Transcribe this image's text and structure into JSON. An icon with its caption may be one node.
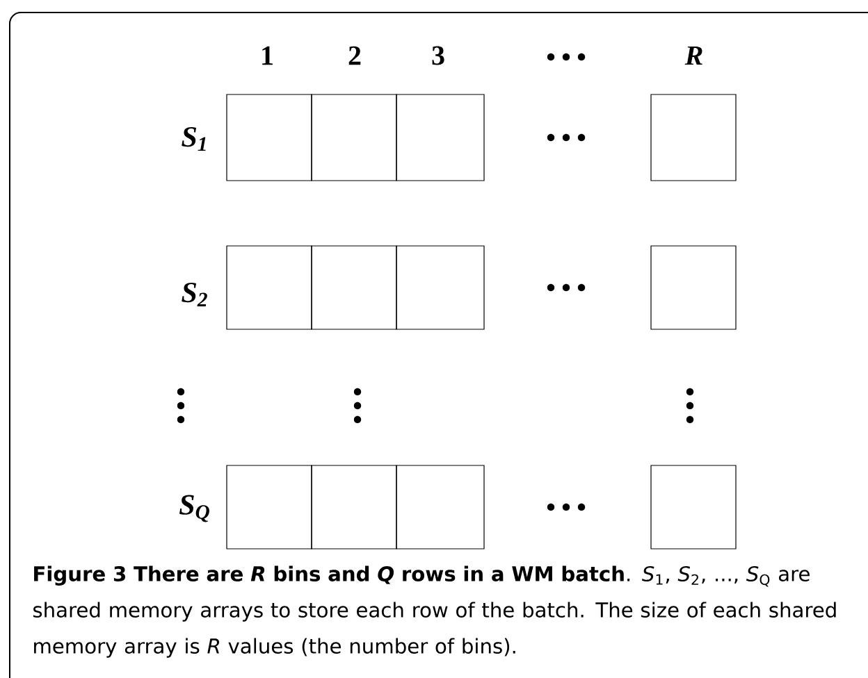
{
  "diagram": {
    "caption": "**Figure 3 There are *R* bins and *Q* rows in a WM batch**. *S*$_{1}$, *S*$_{2}$, ..., *S*$_{Q}$ are shared memory arrays to store each row of the batch. The size of each shared memory array is *R* values (the number of bins).",
    "nodes": [
      {
        "text": [],
        "shape": "box"
      },
      {
        "text": [],
        "shape": "box"
      },
      {
        "text": [],
        "shape": "box"
      },
      {
        "text": [],
        "shape": "box"
      },
      {
        "text": [],
        "shape": "box"
      },
      {
        "text": [],
        "shape": "box"
      },
      {
        "text": [],
        "shape": "box"
      },
      {
        "text": [],
        "shape": "box"
      },
      {
        "text": [],
        "shape": "box"
      },
      {
        "text": [],
        "shape": "box"
      },
      {
        "text": [],
        "shape": "box"
      },
      {
        "text": [],
        "shape": "box"
      }
    ],
    "labels": [
      "1",
      "2",
      "3",
      "R",
      "S$_{1}$",
      "S$_{2}$",
      "S$_{Q}$"
    ]
  }
}
